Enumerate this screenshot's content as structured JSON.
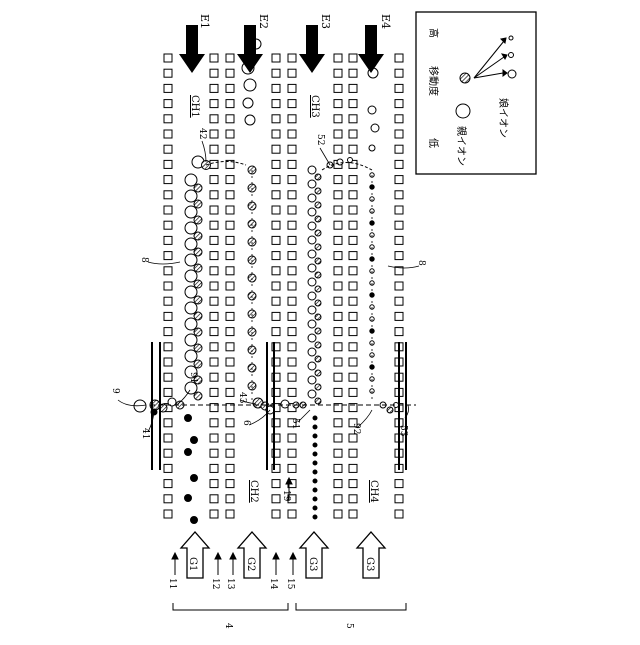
{
  "labels": {
    "e1": "E1",
    "e2": "E2",
    "e3": "E3",
    "e4": "E4",
    "ch1": "CH1",
    "ch2": "CH2",
    "ch3": "CH3",
    "ch4": "CH4",
    "g1": "G1",
    "g2": "G2",
    "g3": "G3",
    "g4": "G3",
    "n11": "11",
    "n12": "12",
    "n13": "13",
    "n14": "14",
    "n15": "15",
    "n4": "4",
    "n5": "5",
    "n9": "9",
    "n41": "41",
    "n42": "42",
    "n43": "43",
    "n6": "6",
    "n51": "51",
    "n52": "52",
    "n53": "53",
    "n92": "92",
    "n91": "91",
    "n19": "19",
    "n8a": "8",
    "n8b": "8"
  },
  "legend": {
    "low": "低",
    "mobility": "移動度",
    "high": "高",
    "parent_ion": "親イオン",
    "daughter_ion": "娘イオン"
  }
}
